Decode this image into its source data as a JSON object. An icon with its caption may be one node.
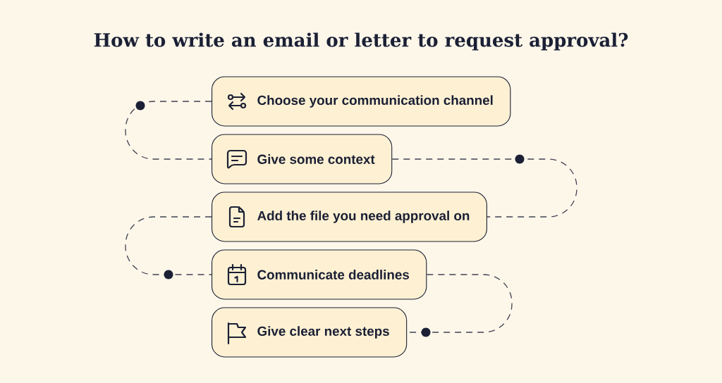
{
  "diagram": {
    "title": "How to write an email or letter to request approval?",
    "nodes": [
      {
        "text": [
          "Choose your communication channel"
        ]
      },
      {
        "text": [
          "Give some context"
        ]
      },
      {
        "text": [
          "Add the file you need approval on"
        ]
      },
      {
        "text": [
          "Communicate deadlines"
        ]
      },
      {
        "text": [
          "Give clear next steps"
        ]
      }
    ],
    "edges": [
      {
        "from": 0,
        "to": 1,
        "arrow": "none",
        "style": "dashed"
      },
      {
        "from": 1,
        "to": 2,
        "arrow": "none",
        "style": "dashed"
      },
      {
        "from": 2,
        "to": 3,
        "arrow": "none",
        "style": "dashed"
      },
      {
        "from": 3,
        "to": 4,
        "arrow": "none",
        "style": "dashed"
      }
    ]
  }
}
